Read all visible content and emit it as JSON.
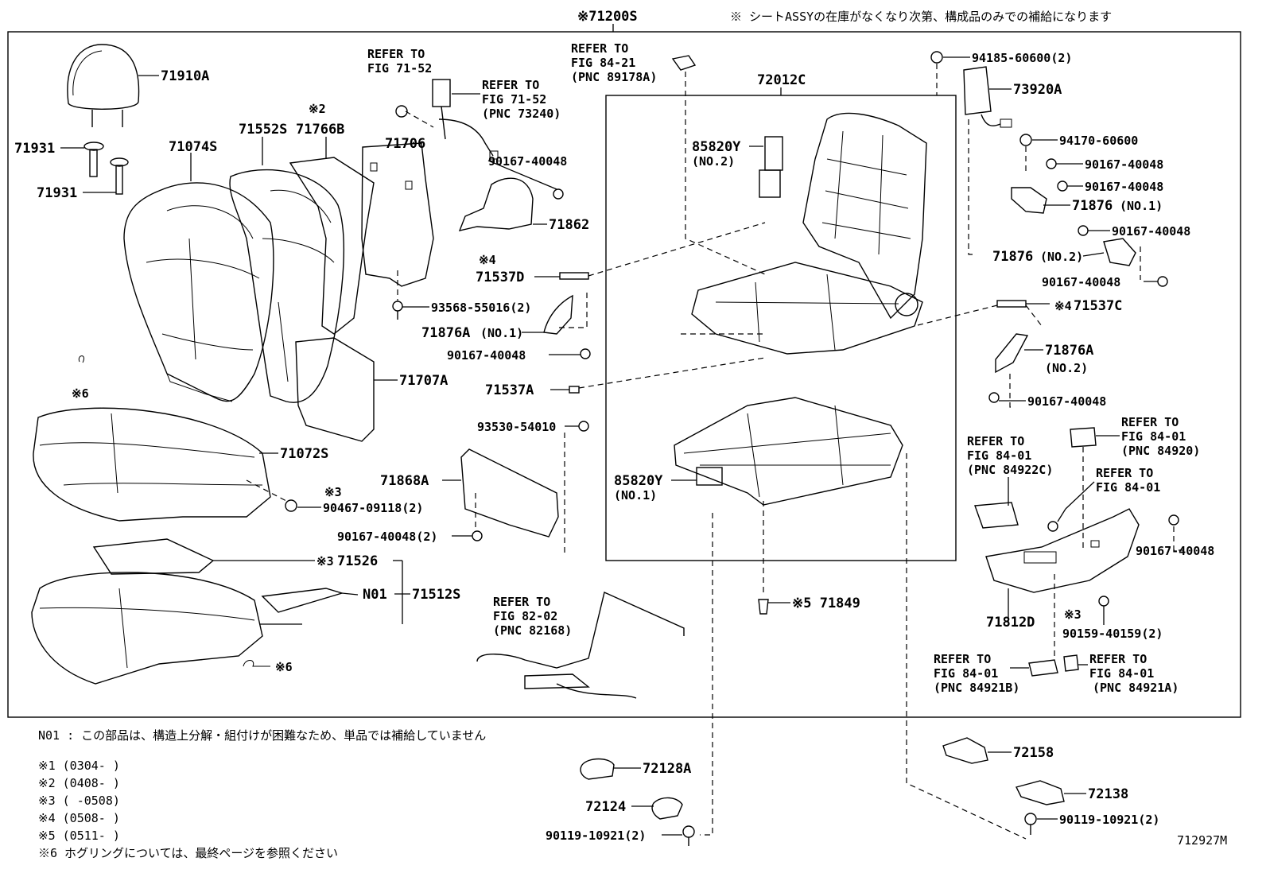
{
  "diagram": {
    "header": {
      "assy_label": "※71200S",
      "supply_note": "※ シートASSYの在庫がなくなり次第、構成品のみでの補給になります"
    },
    "parts": {
      "p71910A": "71910A",
      "p71931a": "71931",
      "p71931b": "71931",
      "p71074S": "71074S",
      "p71552S": "71552S",
      "p71766B_mark": "※2",
      "p71766B": "71766B",
      "p71706": "71706",
      "ref_71_52_a1": "REFER TO",
      "ref_71_52_a2": "FIG 71-52",
      "ref_71_52_b1": "REFER TO",
      "ref_71_52_b2": "FIG 71-52",
      "ref_71_52_b3": "(PNC 73240)",
      "ref_84_21_1": "REFER TO",
      "ref_84_21_2": "FIG 84-21",
      "ref_84_21_3": "(PNC 89178A)",
      "p90167_40048_a": "90167-40048",
      "p71862": "71862",
      "p71537D_mark": "※4",
      "p71537D": "71537D",
      "p93568": "93568-55016(2)",
      "p71876A1": "71876A",
      "p71876A1_sub": "(NO.1)",
      "p90167_40048_b": "90167-40048",
      "p71707A": "71707A",
      "p71537A": "71537A",
      "mark6_a": "※6",
      "p71072S": "71072S",
      "p90467_mark": "※3",
      "p90467": "90467-09118(2)",
      "p93530": "93530-54010",
      "p71868A": "71868A",
      "p90167_40048_2": "90167-40048(2)",
      "p71526_mark": "※3",
      "p71526": "71526",
      "pN01": "N01",
      "p71512S": "71512S",
      "mark6_b": "※6",
      "ref_82_02_1": "REFER TO",
      "ref_82_02_2": "FIG 82-02",
      "ref_82_02_3": "(PNC 82168)",
      "p72012C": "72012C",
      "p85820Y2": "85820Y",
      "p85820Y2_sub": "(NO.2)",
      "p85820Y1": "85820Y",
      "p85820Y1_sub": "(NO.1)",
      "p71849": "※5 71849",
      "p94185": "94185-60600(2)",
      "p73920A": "73920A",
      "p94170": "94170-60600",
      "p90167_40048_c": "90167-40048",
      "p90167_40048_d": "90167-40048",
      "p71876_1": "71876",
      "p71876_1_sub": "(NO.1)",
      "p90167_40048_e": "90167-40048",
      "p71876_2": "71876",
      "p71876_2_sub": "(NO.2)",
      "p90167_40048_f": "90167-40048",
      "p71537C_mark": "※4",
      "p71537C": "71537C",
      "p71876A2": "71876A",
      "p71876A2_sub": "(NO.2)",
      "p90167_40048_g": "90167-40048",
      "ref_84920_1": "REFER TO",
      "ref_84920_2": "FIG 84-01",
      "ref_84920_3": "(PNC 84920)",
      "ref_84922C_1": "REFER TO",
      "ref_84922C_2": "FIG 84-01",
      "ref_84922C_3": "(PNC 84922C)",
      "ref_84_01_1": "REFER TO",
      "ref_84_01_2": "FIG 84-01",
      "p90167_40048_h": "90167-40048",
      "p71812D": "71812D",
      "p90159_mark": "※3",
      "p90159": "90159-40159(2)",
      "ref_84921B_1": "REFER TO",
      "ref_84921B_2": "FIG 84-01",
      "ref_84921B_3": "(PNC 84921B)",
      "ref_84921A_1": "REFER TO",
      "ref_84921A_2": "FIG 84-01",
      "ref_84921A_3": "(PNC 84921A)",
      "p72158": "72158",
      "p72138": "72138",
      "p90119_a": "90119-10921(2)",
      "p72128A": "72128A",
      "p72124": "72124",
      "p90119_b": "90119-10921(2)"
    },
    "notes": [
      "N01 : この部品は、構造上分解・組付けが困難なため、単品では補給していません",
      "※1 (0304-    )",
      "※2 (0408-    )",
      "※3 (    -0508)",
      "※4 (0508-    )",
      "※5 (0511-    )",
      "※6 ホグリングについては、最終ページを参照ください"
    ],
    "figure_id": "712927M"
  }
}
